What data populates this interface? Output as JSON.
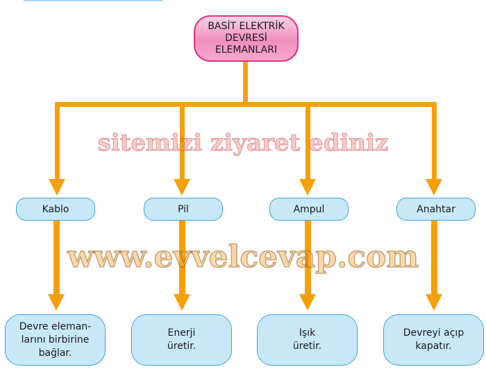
{
  "root": {
    "label": "BASİT ELEKTRİK\nDEVRESİ\nELEMANLARI"
  },
  "elements": [
    {
      "name": "Kablo",
      "description": "Devre eleman-\nlarını birbirine\nbağlar."
    },
    {
      "name": "Pil",
      "description": "Enerji\nüretir."
    },
    {
      "name": "Ampul",
      "description": "Işık\nüretir."
    },
    {
      "name": "Anahtar",
      "description": "Devreyi açıp\nkapatır."
    }
  ],
  "watermark": {
    "line1": "www.evvelcevap.com",
    "line2": "sitemizi ziyaret ediniz"
  },
  "colors": {
    "connector": "#f5a00a",
    "root_fill": "#f08ebd",
    "box_fill": "#c8e8f8",
    "box_border": "#3aa3dc"
  }
}
